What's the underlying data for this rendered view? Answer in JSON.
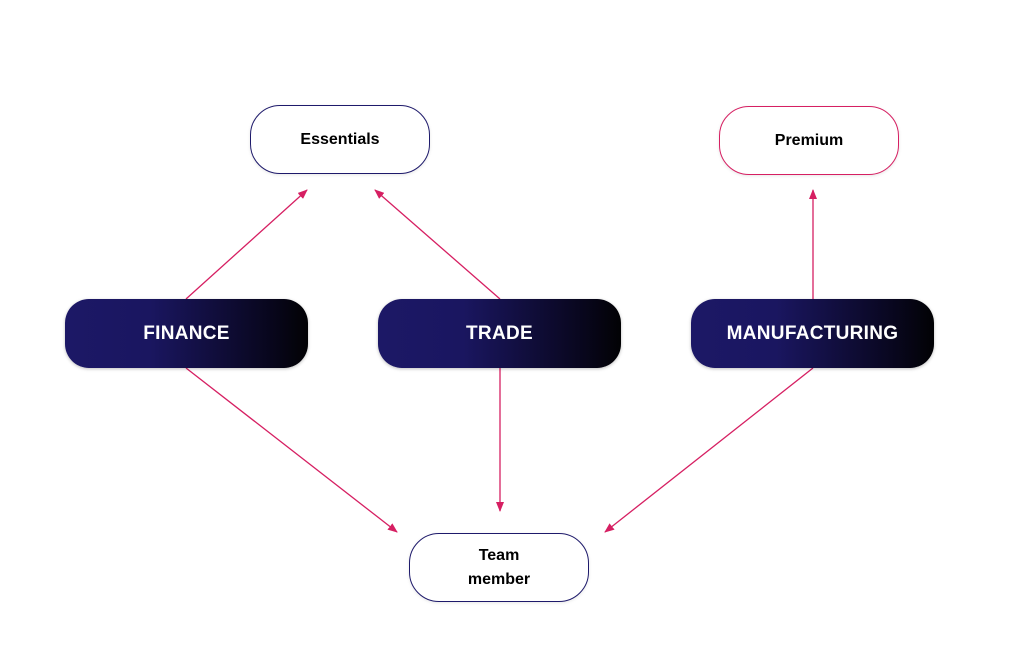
{
  "diagram": {
    "nodes": {
      "essentials": "Essentials",
      "premium": "Premium",
      "finance": "FINANCE",
      "trade": "TRADE",
      "manufacturing": "MANUFACTURING",
      "team_member": "Team member"
    },
    "edges": [
      {
        "from": "finance",
        "to": "essentials"
      },
      {
        "from": "trade",
        "to": "essentials"
      },
      {
        "from": "manufacturing",
        "to": "premium"
      },
      {
        "from": "finance",
        "to": "team_member"
      },
      {
        "from": "trade",
        "to": "team_member"
      },
      {
        "from": "manufacturing",
        "to": "team_member"
      }
    ],
    "colors": {
      "edge": "#d61f62",
      "outline_navy": "#1e1a6b",
      "outline_pink": "#d61f62",
      "filled_start": "#1c1866",
      "filled_end": "#020204"
    }
  }
}
